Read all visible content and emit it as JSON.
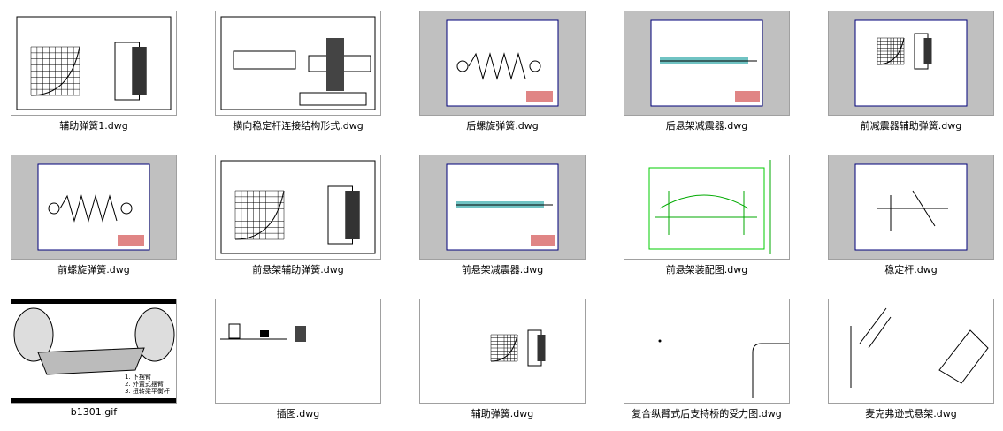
{
  "files": [
    {
      "name": "辅助弹簧1.dwg",
      "bg": "white"
    },
    {
      "name": "横向稳定杆连接结构形式.dwg",
      "bg": "white"
    },
    {
      "name": "后螺旋弹簧.dwg",
      "bg": "gray"
    },
    {
      "name": "后悬架减震器.dwg",
      "bg": "gray"
    },
    {
      "name": "前减震器辅助弹簧.dwg",
      "bg": "gray"
    },
    {
      "name": "前螺旋弹簧.dwg",
      "bg": "gray"
    },
    {
      "name": "前悬架辅助弹簧.dwg",
      "bg": "white"
    },
    {
      "name": "前悬架减震器.dwg",
      "bg": "gray"
    },
    {
      "name": "前悬架装配图.dwg",
      "bg": "white"
    },
    {
      "name": "稳定杆.dwg",
      "bg": "gray"
    },
    {
      "name": "b1301.gif",
      "bg": "white"
    },
    {
      "name": "插图.dwg",
      "bg": "white"
    },
    {
      "name": "辅助弹簧.dwg",
      "bg": "white"
    },
    {
      "name": "复合纵臂式后支持桥的受力图.dwg",
      "bg": "white"
    },
    {
      "name": "麦克弗逊式悬架.dwg",
      "bg": "white"
    }
  ],
  "b1301_legend": [
    "1. 下摆臂",
    "2. 外置式摆臂",
    "3. 扭转梁平衡杆"
  ]
}
